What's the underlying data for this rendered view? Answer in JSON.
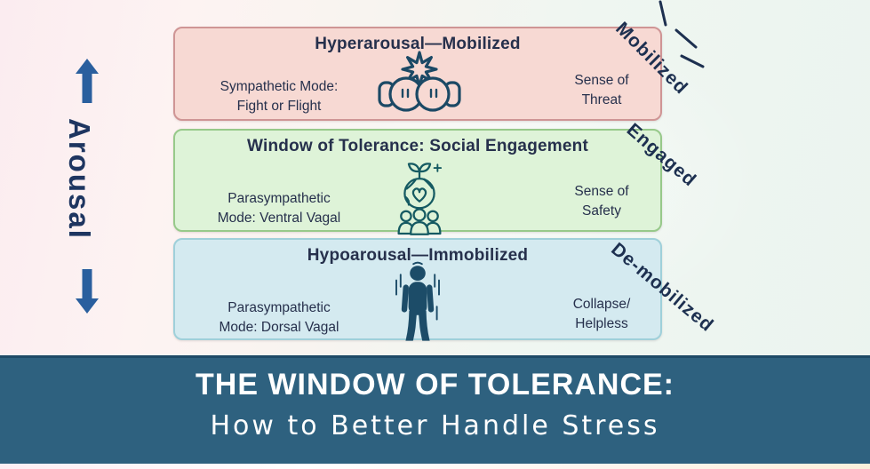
{
  "axis": {
    "label": "Arousal",
    "up_arrow_icon": "arrow-up-icon",
    "down_arrow_icon": "arrow-down-icon",
    "arrow_color": "#2a5f9e"
  },
  "zones": [
    {
      "title": "Hyperarousal—Mobilized",
      "mode": [
        "Sympathetic Mode:",
        "Fight or Flight"
      ],
      "sense": [
        "Sense of",
        "Threat"
      ],
      "side_label": "Mobilized",
      "icon": "boxing-gloves-icon",
      "fill": "#f7d9d3",
      "border": "#cf9595"
    },
    {
      "title": "Window of Tolerance: Social Engagement",
      "mode": [
        "Parasympathetic",
        "Mode: Ventral Vagal"
      ],
      "sense": [
        "Sense of",
        "Safety"
      ],
      "side_label": "Engaged",
      "icon": "community-globe-heart-icon",
      "fill": "#def3d8",
      "border": "#97c98a"
    },
    {
      "title": "Hypoarousal—Immobilized",
      "mode": [
        "Parasympathetic",
        "Mode: Dorsal Vagal"
      ],
      "sense": [
        "Collapse/",
        "Helpless"
      ],
      "side_label": "De-mobilized",
      "icon": "slumped-person-icon",
      "fill": "#d4eaf0",
      "border": "#9fd0da"
    }
  ],
  "banner": {
    "title": "THE WINDOW OF TOLERANCE:",
    "subtitle": "How to Better Handle Stress",
    "background": "#2e617f"
  },
  "decorations": {
    "burst_icon": "emphasis-burst-lines-icon"
  },
  "colors": {
    "text_navy": "#26304c",
    "label_navy": "#1d3050",
    "icon_stroke": "#1b4965",
    "banner_text": "#ffffff"
  }
}
